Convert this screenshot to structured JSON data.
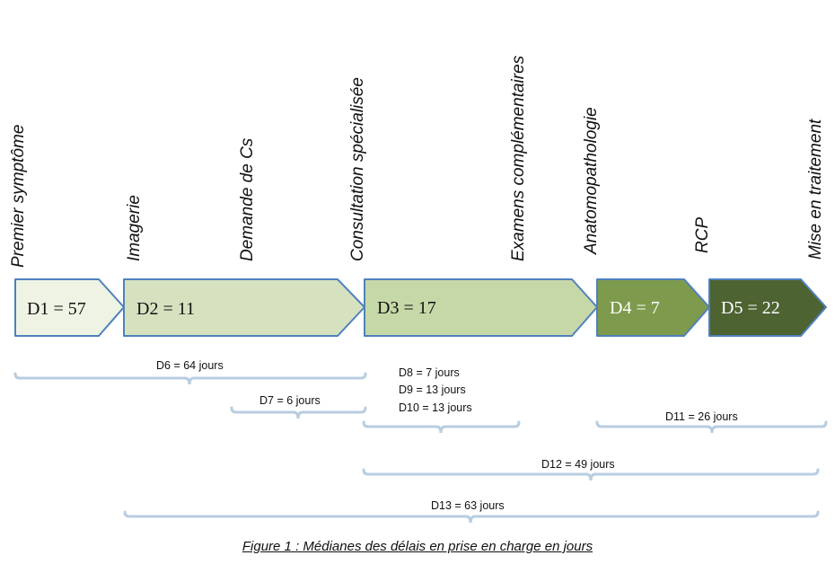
{
  "milestones": [
    "Premier symptôme",
    "Imagerie",
    "Demande de Cs",
    "Consultation  spécialisée",
    "Examens complémentaires",
    "Anatomopathologie",
    "RCP",
    "Mise en traitement"
  ],
  "phases": [
    {
      "label": "D1 = 57",
      "fill": "#eef3e4",
      "text_color": "#111111"
    },
    {
      "label": "D2 = 11",
      "fill": "#d6e2bf",
      "text_color": "#111111"
    },
    {
      "label": "D3 = 17",
      "fill": "#c7d8a8",
      "text_color": "#111111"
    },
    {
      "label": "D4 = 7",
      "fill": "#7e9a4c",
      "text_color": "#ffffff"
    },
    {
      "label": "D5 = 22",
      "fill": "#4d6331",
      "text_color": "#ffffff"
    }
  ],
  "arrow_border_color": "#4f81bd",
  "brace_color": "#b8cde0",
  "intervals": [
    {
      "label": "D6 = 64 jours"
    },
    {
      "label": "D7 = 6 jours"
    },
    {
      "label": "D8 = 7 jours"
    },
    {
      "label": "D9 = 13 jours"
    },
    {
      "label": "D10 = 13 jours"
    },
    {
      "label": "D11 = 26 jours"
    },
    {
      "label": "D12 = 49 jours"
    },
    {
      "label": "D13 = 63 jours"
    }
  ],
  "caption": "Figure 1 : Médianes des délais en prise en charge en jours"
}
